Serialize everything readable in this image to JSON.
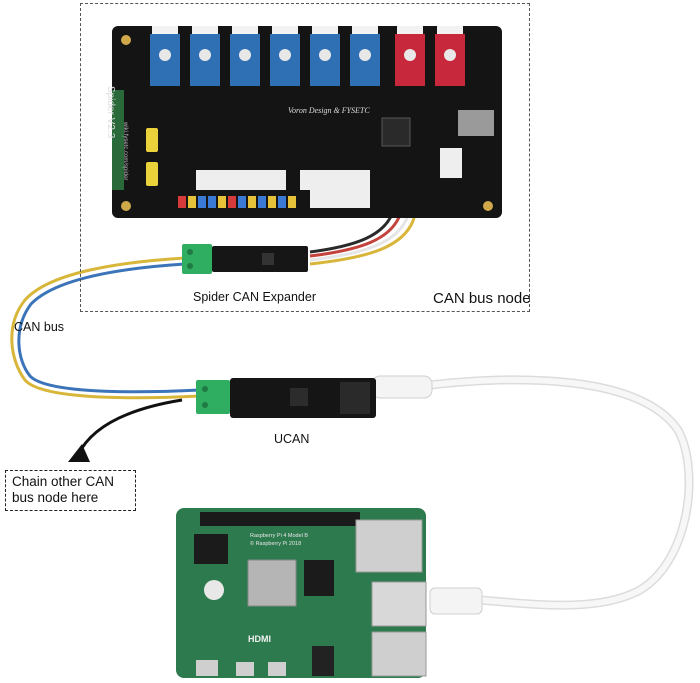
{
  "diagram": {
    "labels": {
      "spider_can_expander": "Spider CAN Expander",
      "can_bus_node": "CAN bus node",
      "can_bus": "CAN bus",
      "ucan": "UCAN",
      "chain_note": "Chain other CAN bus node here"
    },
    "board_silkscreen": {
      "spider_name": "Spider V2.3",
      "spider_brand": "Voron Design & FYSETC",
      "spider_url": "wiki.fysetc.com/spider",
      "pi_name": "Raspberry Pi 4 Model B",
      "pi_copyright": "© Raspberry Pi 2018",
      "hdmi": "HDMI"
    },
    "colors": {
      "pcb_black": "#141414",
      "pcb_green": "#2e7a4f",
      "driver_blue": "#2f6fb4",
      "driver_red": "#c8283c",
      "terminal_green": "#2fae62",
      "wire_yellow": "#d8b63a",
      "wire_blue": "#3b74b8",
      "wire_white": "#e6e6e6",
      "wire_red": "#c4423c",
      "usb_cable": "#f2f2f2"
    }
  }
}
